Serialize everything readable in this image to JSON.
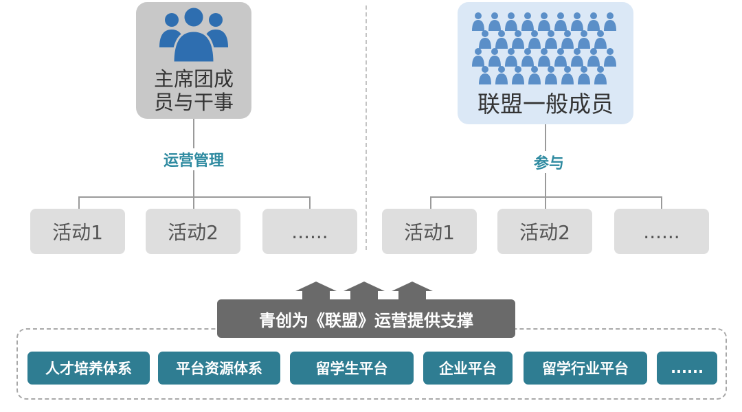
{
  "left_role": {
    "label_line1": "主席团成",
    "label_line2": "员与干事",
    "icon": "group-people-icon",
    "bg_color": "#c8c8c8",
    "icon_color": "#2e6eb0"
  },
  "right_role": {
    "label": "联盟一般成员",
    "icon": "crowd-people-icon",
    "bg_color": "#dbe8f6",
    "icon_color": "#5b8fc8"
  },
  "left_connector": "运营管理",
  "right_connector": "参与",
  "left_activities": [
    "活动1",
    "活动2",
    "......"
  ],
  "right_activities": [
    "活动1",
    "活动2",
    "......"
  ],
  "support_banner": "青创为《联盟》运营提供支撑",
  "platforms": [
    "人才培养体系",
    "平台资源体系",
    "留学生平台",
    "企业平台",
    "留学行业平台",
    "......"
  ],
  "colors": {
    "accent": "#2e8aa0",
    "platform": "#2f7d92",
    "banner": "#6a6a6a",
    "activity": "#dedede"
  }
}
